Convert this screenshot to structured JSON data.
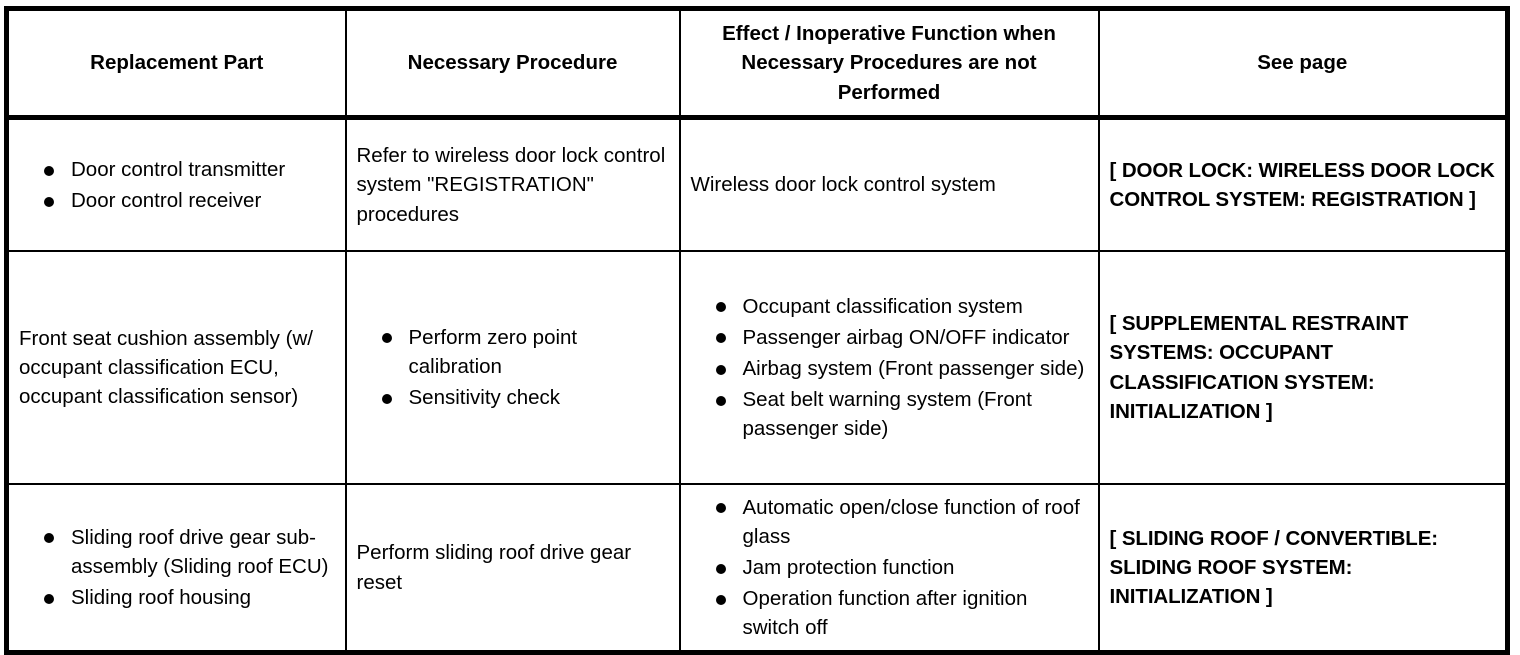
{
  "table": {
    "headers": [
      "Replacement Part",
      "Necessary Procedure",
      "Effect / Inoperative Function when Necessary Procedures are not Performed",
      "See page"
    ],
    "rows": [
      {
        "replacement_part_items": [
          "Door control transmitter",
          "Door control receiver"
        ],
        "necessary_procedure_text": "Refer to wireless door lock control system \"REGISTRATION\" procedures",
        "effect_text": "Wireless door lock control system",
        "see_page_text": "[ DOOR LOCK: WIRELESS DOOR LOCK CONTROL SYSTEM: REGISTRATION ]"
      },
      {
        "replacement_part_text": "Front seat cushion assembly (w/ occupant classification ECU, occupant classification sensor)",
        "necessary_procedure_items": [
          "Perform zero point calibration",
          "Sensitivity check"
        ],
        "effect_items": [
          "Occupant classification system",
          "Passenger airbag ON/OFF indicator",
          "Airbag system (Front passenger side)",
          "Seat belt warning system (Front passenger side)"
        ],
        "see_page_text": "[ SUPPLEMENTAL RESTRAINT SYSTEMS: OCCUPANT CLASSIFICATION SYSTEM: INITIALIZATION ]"
      },
      {
        "replacement_part_items": [
          "Sliding roof drive gear sub-assembly (Sliding roof ECU)",
          "Sliding roof housing"
        ],
        "necessary_procedure_text": "Perform sliding roof drive gear reset",
        "effect_items": [
          "Automatic open/close function of roof glass",
          "Jam protection function",
          "Operation function after ignition switch off"
        ],
        "see_page_text": "[ SLIDING ROOF / CONVERTIBLE: SLIDING ROOF SYSTEM: INITIALIZATION ]"
      }
    ]
  },
  "colors": {
    "border": "#000000",
    "background": "#ffffff",
    "text": "#000000"
  }
}
